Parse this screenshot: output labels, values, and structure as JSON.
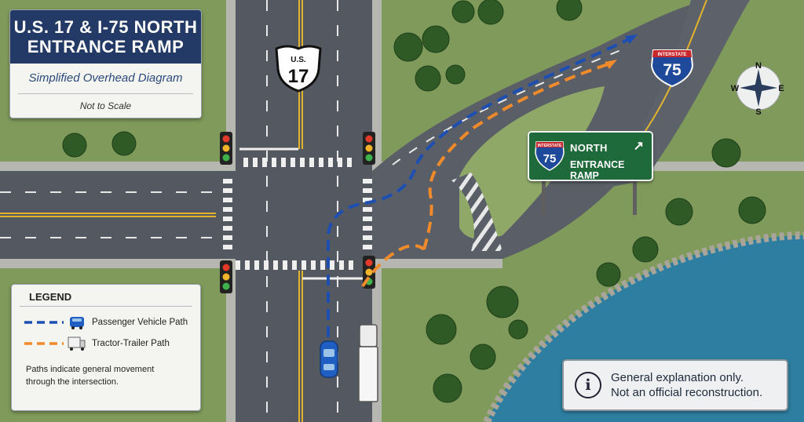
{
  "title": {
    "line1": "U.S. 17 & I-75 NORTH",
    "line2": "ENTRANCE RAMP",
    "subtitle": "Simplified Overhead Diagram",
    "scale_note": "Not to Scale"
  },
  "shields": {
    "us_route_label": "U.S.",
    "us_route_number": "17",
    "interstate_label": "INTERSTATE",
    "interstate_number": "75"
  },
  "ramp_sign": {
    "interstate_label": "INTERSTATE",
    "interstate_number": "75",
    "line1": "NORTH",
    "line2": "ENTRANCE RAMP",
    "arrow": "↗"
  },
  "compass": {
    "n": "N",
    "e": "E",
    "s": "S",
    "w": "W"
  },
  "legend": {
    "heading": "LEGEND",
    "items": [
      {
        "label": "Passenger Vehicle Path",
        "color": "#1d4fb3",
        "icon": "car-icon"
      },
      {
        "label": "Tractor-Trailer Path",
        "color": "#f08a2a",
        "icon": "truck-icon"
      }
    ],
    "note_line1": "Paths indicate general movement",
    "note_line2": "through the intersection."
  },
  "disclaimer": {
    "icon": "info-icon",
    "line1": "General explanation only.",
    "line2": "Not an official reconstruction."
  },
  "colors": {
    "passenger_path": "#1d4fb3",
    "truck_path": "#f08a2a",
    "title_band": "#233a66",
    "sign_green": "#1e6a3b",
    "shield_blue": "#1f4a9c",
    "shield_red": "#c8262b",
    "water": "#2d7ea0",
    "grass": "#7f9a5a",
    "asphalt": "#545961"
  }
}
